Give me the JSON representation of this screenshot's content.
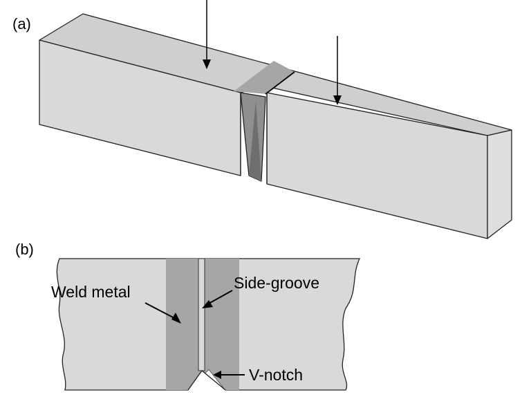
{
  "panel_a": {
    "label": "(a)"
  },
  "panel_b": {
    "label": "(b)",
    "callouts": {
      "weld_metal": "Weld metal",
      "side_groove": "Side-groove",
      "v_notch": "V-notch"
    }
  },
  "colors": {
    "base_metal": "#d9d9d9",
    "base_metal_top": "#cfcfcf",
    "weld_metal": "#a6a6a6",
    "notch_dark": "#6e6e6e",
    "outline": "#222222"
  }
}
